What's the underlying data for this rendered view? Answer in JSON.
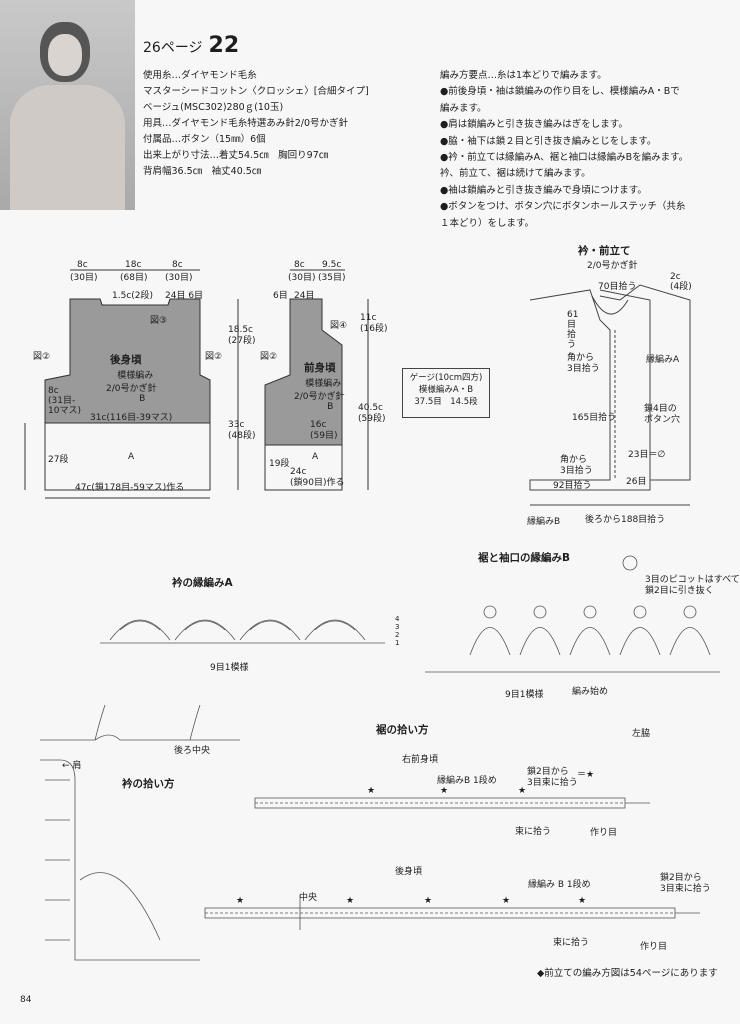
{
  "header": {
    "page_ref": "26ページ",
    "number": "22"
  },
  "materials": [
    "使用糸…ダイヤモンド毛糸",
    "マスターシードコットン〈クロッシェ〉[合細タイプ]",
    "ベージュ(MSC302)280ｇ(10玉)",
    "用具…ダイヤモンド毛糸特選あみ針2/0号かぎ針",
    "付属品…ボタン（15㎜）6個",
    "出来上がり寸法…着丈54.5㎝　胸回り97㎝",
    "背肩幅36.5㎝　袖丈40.5㎝"
  ],
  "notes": [
    "編み方要点…糸は1本どりで編みます。",
    "●前後身頃・袖は鎖編みの作り目をし、模様編みA・Bで",
    "編みます。",
    "●肩は鎖編みと引き抜き編みはぎをします。",
    "●脇・袖下は鎖２目と引き抜き編みとじをします。",
    "●衿・前立ては縁編みA、裾と袖口は縁編みBを編みます。",
    "衿、前立て、裾は続けて編みます。",
    "●袖は鎖編みと引き抜き編みで身頃につけます。",
    "●ボタンをつけ、ボタン穴にボタンホールステッチ（共糸",
    "１本どり）をします。"
  ],
  "back": {
    "top": [
      "8c",
      "(30目)",
      "18c",
      "(68目)",
      "8c",
      "(30目)"
    ],
    "neck": "1.5c(2段)",
    "shoulder": "24目 6目",
    "fig3": "図③",
    "fig2l": "図②",
    "fig2r": "図②",
    "name": "後身頃",
    "pattern": [
      "模様編み",
      "2/0号かぎ針",
      "B"
    ],
    "width31": "31c(116目-39マス)",
    "left8": [
      "8c",
      "(31目-",
      "10マス)"
    ],
    "rows27": "27段",
    "a": "A",
    "bottom": "47c(鎖178目-59マス)作る",
    "right": [
      "18.5c",
      "(27段)",
      "33c",
      "(48段)"
    ]
  },
  "front": {
    "top": [
      "8c",
      "(30目)",
      "9.5c",
      "(35目)"
    ],
    "shoulder": [
      "6目",
      "24目"
    ],
    "fig4": "図④",
    "fig2": "図②",
    "name": "前身頃",
    "pattern": [
      "模様編み",
      "2/0号かぎ針",
      "B"
    ],
    "inner": [
      "16c",
      "(59目)"
    ],
    "rows19": "19段",
    "a": "A",
    "bottom": [
      "24c",
      "(鎖90目)作る"
    ],
    "right": [
      "11c",
      "(16段)",
      "40.5c",
      "(59段)"
    ]
  },
  "gauge": [
    "ゲージ(10cm四方)",
    "模様編みA・B",
    "37.5目　14.5段"
  ],
  "collar": {
    "title": "衿・前立て",
    "hook": "2/0号かぎ針",
    "labels": [
      "70目拾う",
      "2c",
      "(4段)",
      "61",
      "目",
      "拾",
      "う",
      "角から",
      "3目拾う",
      "縁編みA",
      "165目拾う",
      "鎖4目の",
      "ボタン穴",
      "角から",
      "3目拾う",
      "23目＝∅",
      "92目拾う",
      "26目",
      "縁編みB",
      "後ろから188目拾う"
    ]
  },
  "edgeA": {
    "title": "衿の縁編みA",
    "repeat": "9目1模様",
    "rows": [
      "4",
      "3",
      "2",
      "1"
    ]
  },
  "edgeB": {
    "title": "裾と袖口の縁編みB",
    "picot": [
      "3目のピコットはすべて",
      "鎖2目に引き抜く"
    ],
    "repeat": "9目1模様",
    "start": "編み始め",
    "side": "左脇"
  },
  "pickup_collar": {
    "title": "衿の拾い方",
    "shoulder": "← 肩",
    "center": "後ろ中央"
  },
  "pickup_hem": {
    "title": "裾の拾い方",
    "right_front": "右前身頃",
    "edgeB1": "縁編みB 1段め",
    "chain2": [
      "鎖2目から",
      "3目束に拾う"
    ],
    "star": "＝★",
    "bundle": "束に拾う",
    "start": "作り目",
    "back": "後身頃",
    "center": "中央",
    "edgeB1b": "縁編み B 1段め"
  },
  "footer": "◆前立ての編み方図は54ページにあります",
  "page_number": "84"
}
